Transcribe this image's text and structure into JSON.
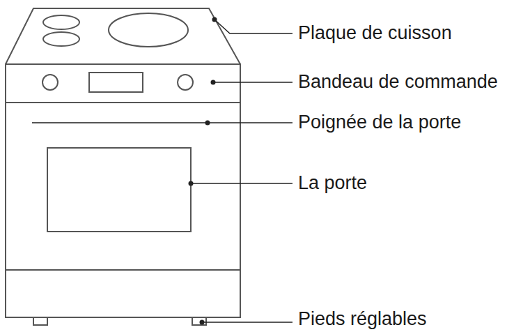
{
  "diagram": {
    "labels": [
      "Plaque de cuisson",
      "Bandeau de commande",
      "Poignée de la porte",
      "La porte",
      "Pieds réglables"
    ]
  }
}
